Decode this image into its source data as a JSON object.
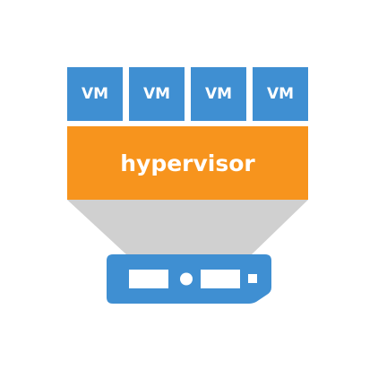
{
  "diagram": {
    "vms": [
      {
        "label": "VM"
      },
      {
        "label": "VM"
      },
      {
        "label": "VM"
      },
      {
        "label": "VM"
      }
    ],
    "hypervisor": {
      "label": "hypervisor"
    },
    "colors": {
      "vm": "#3f8fd2",
      "hypervisor": "#f7941d",
      "projection": "#d0d0d0",
      "server": "#3f8fd2",
      "text": "#ffffff"
    },
    "icons": {
      "server": "server-icon"
    }
  }
}
